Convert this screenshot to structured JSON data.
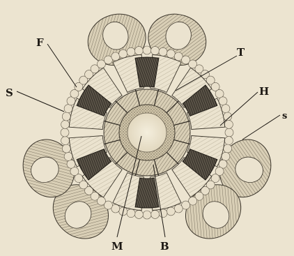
{
  "figure": {
    "labels": {
      "F": "F",
      "T": "T",
      "S": "S",
      "H": "H",
      "s": "s",
      "M": "M",
      "B": "B"
    }
  }
}
